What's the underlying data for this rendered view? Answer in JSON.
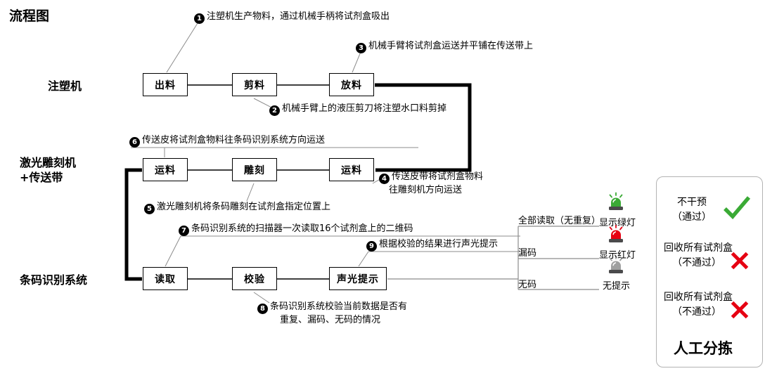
{
  "title": "流程图",
  "rows": [
    {
      "label": "注塑机",
      "label2": "",
      "boxes": [
        "出料",
        "剪料",
        "放料"
      ]
    },
    {
      "label": "激光雕刻机",
      "label2": "+传送带",
      "boxes": [
        "运料",
        "雕刻",
        "运料"
      ]
    },
    {
      "label": "条码识别系统",
      "label2": "",
      "boxes": [
        "读取",
        "校验",
        "声光提示"
      ]
    }
  ],
  "annotations": [
    {
      "num": "1",
      "text": "注塑机生产物料，通过机械手柄将试剂盒吸出"
    },
    {
      "num": "2",
      "text": "机械手臂上的液压剪刀将注塑水口料剪掉"
    },
    {
      "num": "3",
      "text": "机械手臂将试剂盒运送并平铺在传送带上"
    },
    {
      "num": "4",
      "line1": "传送皮带将试剂盒物料",
      "line2": "往雕刻机方向运送"
    },
    {
      "num": "5",
      "text": "激光雕刻机将条码雕刻在试剂盒指定位置上"
    },
    {
      "num": "6",
      "text": "传送皮将试剂盒物料往条码识别系统方向运送"
    },
    {
      "num": "7",
      "text": "条码识别系统的扫描器一次读取16个试剂盒上的二维码"
    },
    {
      "num": "8",
      "line1": "条码识别系统校验当前数据是否有",
      "line2": "重复、漏码、无码的情况"
    },
    {
      "num": "9",
      "text": "根据校验的结果进行声光提示"
    }
  ],
  "outcomes": [
    {
      "condition": "全部读取（无重复）",
      "result": "显示绿灯",
      "light": "green"
    },
    {
      "condition": "漏码",
      "result": "显示红灯",
      "light": "red"
    },
    {
      "condition": "无码",
      "result": "无提示",
      "light": "gray"
    }
  ],
  "panel": {
    "title": "人工分拣",
    "items": [
      {
        "line1": "不干预",
        "line2": "（通过）",
        "mark": "check"
      },
      {
        "line1": "回收所有试剂盒",
        "line2": "（不通过）",
        "mark": "cross"
      },
      {
        "line1": "回收所有试剂盒",
        "line2": "（不通过）",
        "mark": "cross"
      }
    ]
  },
  "colors": {
    "green": "#3aaa35",
    "red": "#e60012",
    "gray": "#9fa0a0"
  }
}
